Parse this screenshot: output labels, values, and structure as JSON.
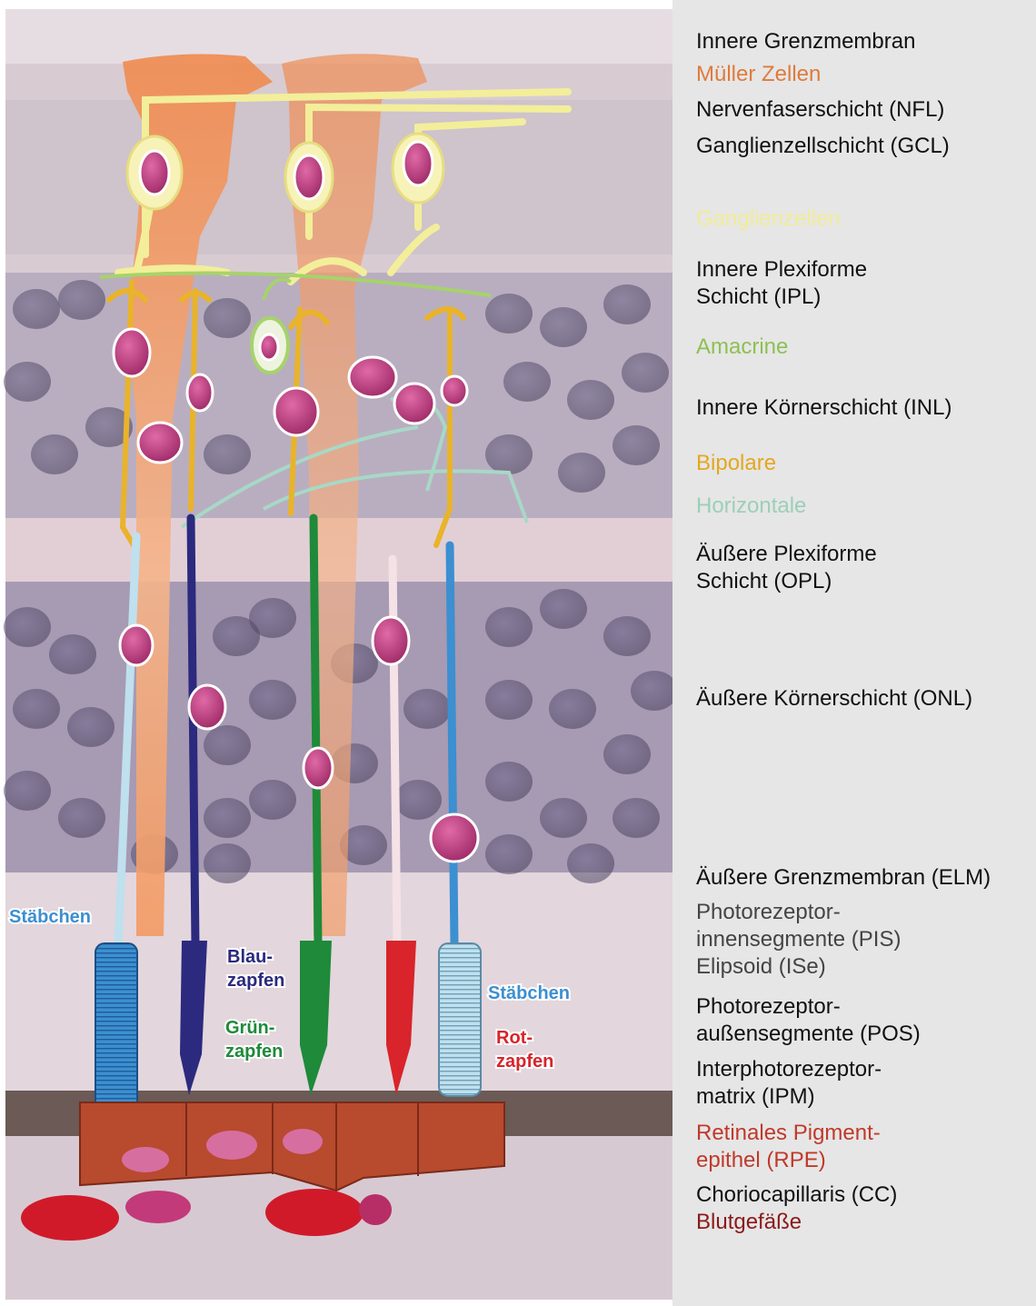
{
  "legend": {
    "items": [
      {
        "id": "ilm",
        "text": "Innere Grenzmembran",
        "color": "#111111"
      },
      {
        "id": "mueller",
        "text": "Müller Zellen",
        "color": "#e07a3c"
      },
      {
        "id": "nfl",
        "text": "Nervenfaserschicht (NFL)",
        "color": "#111111"
      },
      {
        "id": "gcl",
        "text": "Ganglienzellschicht (GCL)",
        "color": "#111111"
      },
      {
        "id": "ganglion",
        "text": "Ganglienzellen",
        "color": "#f1ec96"
      },
      {
        "id": "ipl1",
        "text": "Innere Plexiforme",
        "color": "#111111"
      },
      {
        "id": "ipl2",
        "text": "Schicht (IPL)",
        "color": "#111111"
      },
      {
        "id": "amacrine",
        "text": "Amacrine",
        "color": "#8cc152"
      },
      {
        "id": "inl",
        "text": "Innere Körnerschicht (INL)",
        "color": "#111111"
      },
      {
        "id": "bipolar",
        "text": "Bipolare",
        "color": "#e3a81e"
      },
      {
        "id": "horizontal",
        "text": "Horizontale",
        "color": "#9ccfb8"
      },
      {
        "id": "opl1",
        "text": "Äußere Plexiforme",
        "color": "#111111"
      },
      {
        "id": "opl2",
        "text": "Schicht (OPL)",
        "color": "#111111"
      },
      {
        "id": "onl",
        "text": "Äußere Körnerschicht (ONL)",
        "color": "#111111"
      },
      {
        "id": "elm",
        "text": "Äußere Grenzmembran (ELM)",
        "color": "#111111"
      },
      {
        "id": "pis1",
        "text": "Photorezeptor-",
        "color": "#444444"
      },
      {
        "id": "pis2",
        "text": "innensegmente (PIS)",
        "color": "#444444"
      },
      {
        "id": "ise",
        "text": "Elipsoid (ISe)",
        "color": "#444444"
      },
      {
        "id": "pos1",
        "text": "Photorezeptor-",
        "color": "#111111"
      },
      {
        "id": "pos2",
        "text": "außensegmente (POS)",
        "color": "#111111"
      },
      {
        "id": "ipm1",
        "text": "Interphotorezeptor-",
        "color": "#111111"
      },
      {
        "id": "ipm2",
        "text": "matrix (IPM)",
        "color": "#111111"
      },
      {
        "id": "rpe1",
        "text": "Retinales Pigment-",
        "color": "#c0392b"
      },
      {
        "id": "rpe2",
        "text": "epithel (RPE)",
        "color": "#c0392b"
      },
      {
        "id": "cc",
        "text": "Choriocapillaris (CC)",
        "color": "#111111"
      },
      {
        "id": "vessels",
        "text": "Blutgefäße",
        "color": "#8b1a1a"
      }
    ]
  },
  "cells": {
    "rods_left": "Stäbchen",
    "blue_cone_1": "Blau-",
    "blue_cone_2": "zapfen",
    "green_cone_1": "Grün-",
    "green_cone_2": "zapfen",
    "rods_right": "Stäbchen",
    "red_cone_1": "Rot-",
    "red_cone_2": "zapfen"
  },
  "colors": {
    "mueller": "#f2a06a",
    "ganglion": "#f3ee9a",
    "amacrine": "#a6d36a",
    "bipolar": "#e9b32a",
    "horizontal": "#a8d8c6",
    "nucleus": "#b23a7a",
    "rod": "#3c8fd0",
    "rod_light": "#b8dcec",
    "blue_cone": "#2b2a7e",
    "green_cone": "#1e8a3a",
    "red_cone": "#d8242a",
    "rpe": "#b84a2e",
    "blood": "#d01a2a"
  }
}
